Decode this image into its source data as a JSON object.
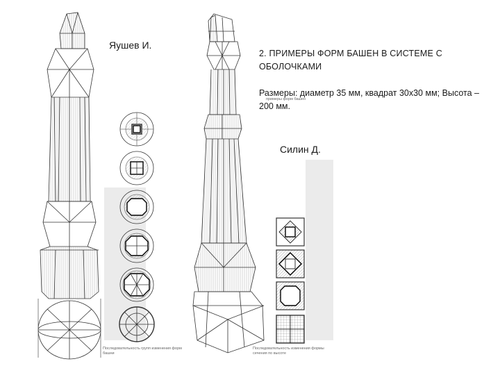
{
  "slide": {
    "author_left": "Яушев И.",
    "heading": "2. ПРИМЕРЫ ФОРМ БАШЕН В СИСТЕМЕ С ОБОЛОЧКАМИ",
    "dimensions": "Размеры: диаметр 35 мм, квадрат 30х30 мм; Высота – 200 мм.",
    "author_right": "Силин Д."
  },
  "captions": {
    "left_figure": "Последовательность групп изменения форм башни",
    "right_figure": "Последовательность изменения формы сечения по высоте",
    "right_tower_note": "примеры форм башен"
  }
}
